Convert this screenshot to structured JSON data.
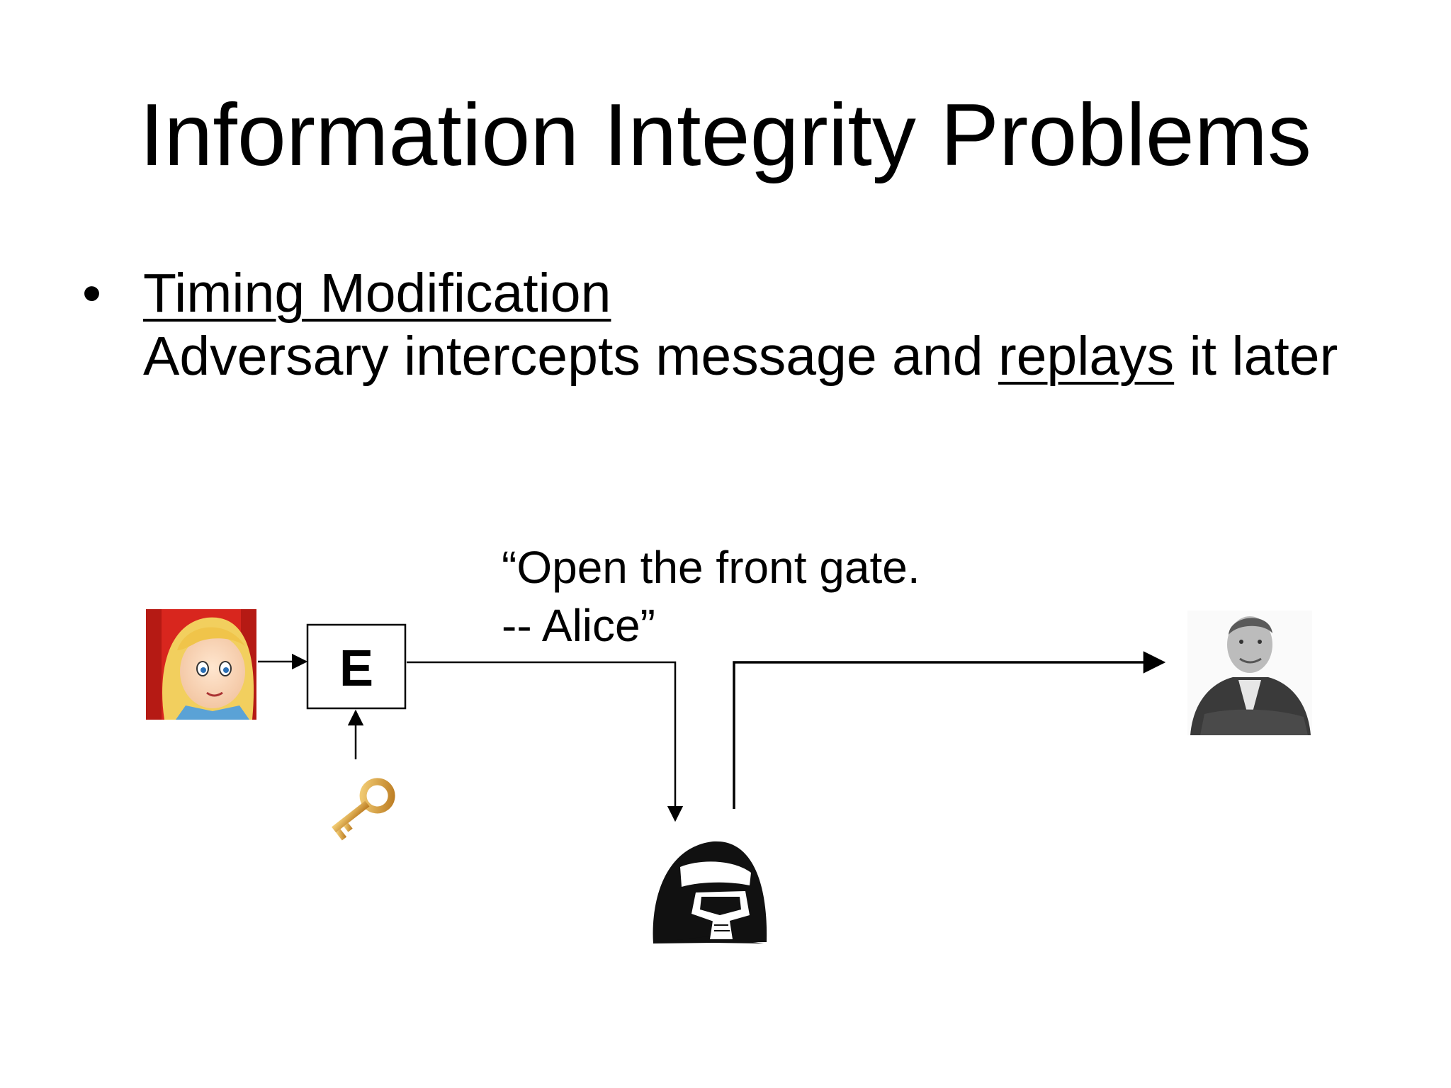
{
  "slide": {
    "title": "Information Integrity Problems",
    "bullet": {
      "glyph": "•",
      "heading": "Timing Modification",
      "body_before": "Adversary intercepts message and ",
      "body_emphasis": "replays",
      "body_after": " it later"
    },
    "message": {
      "line1": "“Open the front gate.",
      "line2": "-- Alice”"
    },
    "diagram": {
      "encrypt_box_label": "E",
      "nodes": [
        {
          "role": "sender",
          "icon": "alice-cartoon-portrait"
        },
        {
          "role": "key",
          "icon": "gold-key-icon"
        },
        {
          "role": "adversary",
          "icon": "darth-vader-helmet-icon"
        },
        {
          "role": "receiver",
          "icon": "man-arms-crossed-photo"
        }
      ],
      "colors": {
        "line": "#000000",
        "alice_background": "#d8261e",
        "alice_hair": "#f2cf5e",
        "key_gold": "#d9a43a"
      }
    }
  }
}
